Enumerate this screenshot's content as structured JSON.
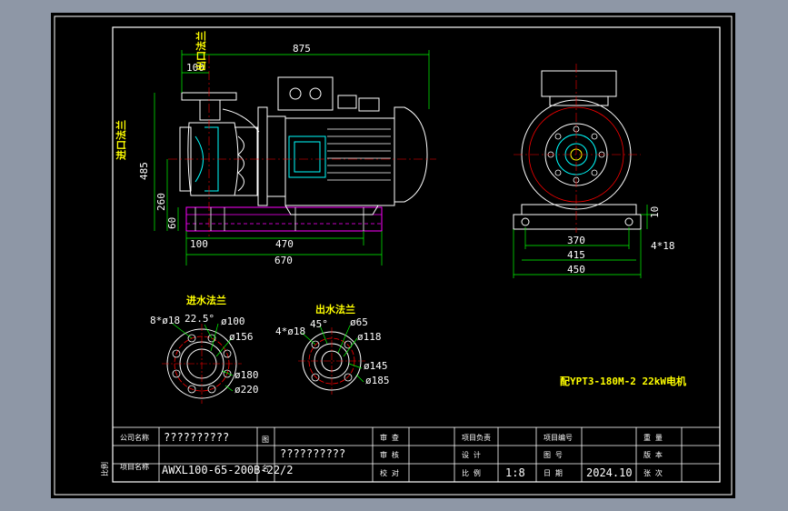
{
  "main_view": {
    "dims": {
      "d875": "875",
      "d100_top": "100",
      "d485": "485",
      "d260": "260",
      "d60": "60",
      "d100_bottom": "100",
      "d470": "470",
      "d670": "670"
    },
    "labels": {
      "outlet_flange": "出口法兰",
      "inlet_flange": "进口法兰"
    }
  },
  "side_view": {
    "dims": {
      "d10": "10",
      "d370": "370",
      "d415": "415",
      "d450": "450",
      "holes": "4*18"
    }
  },
  "inlet_flange": {
    "title": "进水法兰",
    "holes": "8*ø18",
    "angle": "22.5°",
    "d100": "ø100",
    "d156": "ø156",
    "d180": "ø180",
    "d220": "ø220"
  },
  "outlet_flange": {
    "title": "出水法兰",
    "holes": "4*ø18",
    "angle": "45°",
    "d65": "ø65",
    "d118": "ø118",
    "d145": "ø145",
    "d185": "ø185"
  },
  "motor_note": "配YPT3-180M-2 22kW电机",
  "title_block": {
    "company_label": "公司名称",
    "company_value": "??????????",
    "project_label": "项目名称",
    "project_value": "AWXL100-65-200B-22/2",
    "drawing_label": "图",
    "drawing_label2": "名",
    "drawing_value": "??????????",
    "review1": "审 查",
    "review2": "审 核",
    "review3": "校 对",
    "project_lead": "项目负责",
    "design": "设 计",
    "scale_label": "比 例",
    "scale_value": "1:8",
    "project_no": "项目编号",
    "drawing_no": "图 号",
    "date_label": "日 期",
    "date_value": "2024.10",
    "weight": "重 量",
    "version": "版 本",
    "sheet": "张 次",
    "side_mark": "比例"
  }
}
